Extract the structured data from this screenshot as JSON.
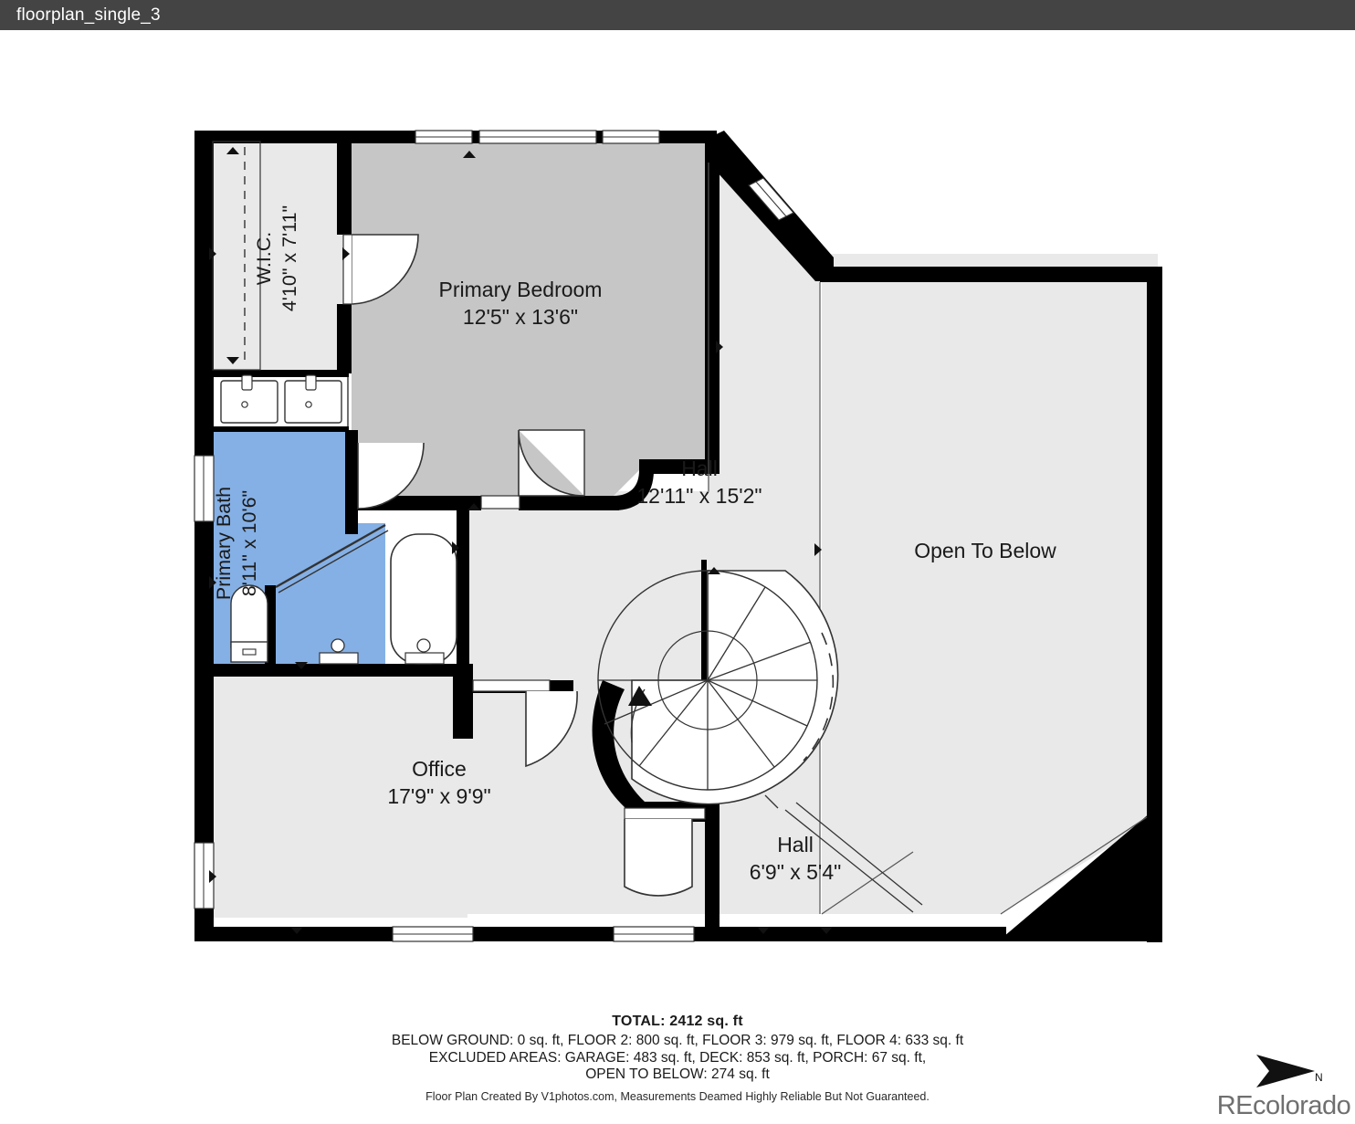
{
  "window": {
    "title": "floorplan_single_3"
  },
  "floorplan": {
    "rooms": [
      {
        "id": "wic",
        "name": "W.I.C.",
        "dimensions": "4'10\" x 7'11\"",
        "fill": "#e9e9e9",
        "rotated": true
      },
      {
        "id": "primary-bath",
        "name": "Primary Bath",
        "dimensions": "8'11\" x 10'6\"",
        "fill": "#85b0e5",
        "rotated": true
      },
      {
        "id": "primary-bedroom",
        "name": "Primary Bedroom",
        "dimensions": "12'5\" x 13'6\"",
        "fill": "#c6c6c6",
        "rotated": false
      },
      {
        "id": "hall-upper",
        "name": "Hall",
        "dimensions": "12'11\" x 15'2\"",
        "fill": "#e9e9e9",
        "rotated": false
      },
      {
        "id": "office",
        "name": "Office",
        "dimensions": "17'9\" x 9'9\"",
        "fill": "#e9e9e9",
        "rotated": false
      },
      {
        "id": "hall-lower",
        "name": "Hall",
        "dimensions": "6'9\" x 5'4\"",
        "fill": "#e9e9e9",
        "rotated": false
      }
    ],
    "areas": [
      {
        "id": "open-to-below",
        "label": "Open To Below"
      }
    ]
  },
  "summary": {
    "total": "TOTAL: 2412 sq. ft",
    "breakdown": "BELOW GROUND: 0 sq. ft, FLOOR 2: 800 sq. ft, FLOOR 3: 979 sq. ft, FLOOR 4: 633 sq. ft",
    "excluded_line1": "EXCLUDED AREAS: GARAGE: 483 sq. ft, DECK: 853 sq. ft, PORCH: 67 sq. ft,",
    "excluded_line2": "OPEN TO BELOW: 274 sq. ft",
    "disclaimer": "Floor Plan Created By V1photos.com, Measurements Deamed Highly Reliable But Not Guaranteed."
  },
  "logo": {
    "brand": "REcolorado",
    "north_label": "N"
  },
  "colors": {
    "titlebar_bg": "#444444",
    "wall": "#000000",
    "room_light": "#e9e9e9",
    "room_gray": "#c6c6c6",
    "room_blue": "#85b0e5",
    "text": "#1a1a1a"
  }
}
